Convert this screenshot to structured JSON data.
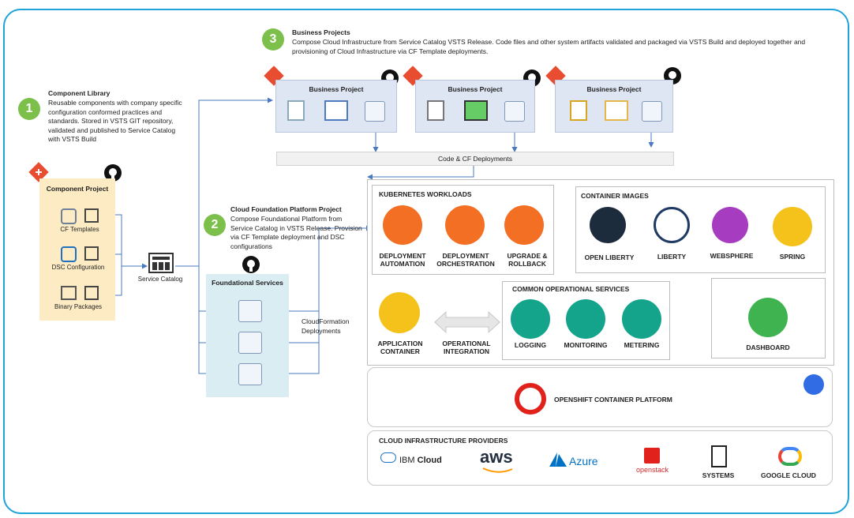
{
  "step1": {
    "number": "1",
    "title": "Component Library",
    "text": "Reusable components with company specific configuration conformed practices and standards. Stored in VSTS GIT repository, validated and published to Service Catalog with VSTS Build"
  },
  "step2": {
    "number": "2",
    "title": "Cloud Foundation Platform Project",
    "text": "Compose Foundational Platform from Service Catalog in VSTS Release. Provision via CF Template deployment and DSC configurations"
  },
  "step3": {
    "number": "3",
    "title": "Business Projects",
    "text": "Compose Cloud Infrastructure from Service Catalog VSTS Release. Code files and other system artifacts validated and packaged via VSTS Build and deployed together and provisioning of Cloud Infrastructure via CF Template deployments."
  },
  "component_project": {
    "title": "Component Project",
    "items": [
      "CF Templates",
      "DSC Configuration",
      "Binary Packages"
    ]
  },
  "service_catalog": "Service Catalog",
  "foundational": {
    "title": "Foundational Services",
    "cf_label": "CloudFormation Deployments"
  },
  "business_projects": [
    "Business Project",
    "Business Project",
    "Business Project"
  ],
  "code_cf_bar": "Code & CF Deployments",
  "k8s": {
    "title": "KUBERNETES WORKLOADS",
    "items": [
      "DEPLOYMENT AUTOMATION",
      "DEPLOYMENT ORCHESTRATION",
      "UPGRADE & ROLLBACK"
    ]
  },
  "container_images": {
    "title": "CONTAINER IMAGES",
    "items": [
      "OPEN LIBERTY",
      "LIBERTY",
      "WEBSPHERE",
      "SPRING"
    ]
  },
  "app_container": "APPLICATION CONTAINER",
  "operational_integration": "OPERATIONAL INTEGRATION",
  "common_ops": {
    "title": "COMMON OPERATIONAL SERVICES",
    "items": [
      "LOGGING",
      "MONITORING",
      "METERING"
    ]
  },
  "dashboard": "DASHBOARD",
  "openshift": "OPENSHIFT CONTAINER PLATFORM",
  "cloud_providers": {
    "title": "CLOUD INFRASTRUCTURE PROVIDERS",
    "ibm_prefix": "IBM",
    "ibm_suffix": "Cloud",
    "aws": "aws",
    "azure": "Azure",
    "openstack": "openstack",
    "systems": "SYSTEMS",
    "google": "GOOGLE CLOUD"
  },
  "colors": {
    "frame": "#1fa3d8",
    "step": "#7cc04b",
    "orange": "#f26f24",
    "yellow": "#f4c21b",
    "teal": "#14a38b",
    "green": "#3fb34f",
    "git": "#e84d31"
  }
}
